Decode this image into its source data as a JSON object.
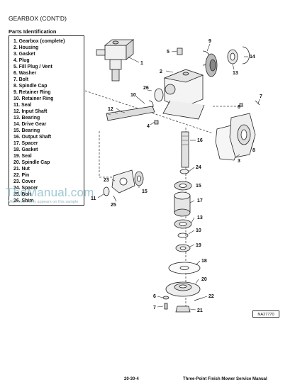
{
  "header": {
    "section_title": "GEARBOX (CONT'D)",
    "sub_title": "Parts Identification"
  },
  "parts": [
    "1. Gearbox (complete)",
    "2. Housing",
    "3. Gasket",
    "4. Plug",
    "5. Fill Plug / Vent",
    "6. Washer",
    "7. Bolt",
    "8. Spindle Cap",
    "9. Retainer Ring",
    "10. Retainer Ring",
    "11. Seal",
    "12. Input Shaft",
    "13. Bearing",
    "14. Drive Gear",
    "15. Bearing",
    "16. Output Shaft",
    "17. Spacer",
    "18. Gasket",
    "19. Seal",
    "20. Spindle Cap",
    "21. Nut",
    "22. Pin",
    "23. Cover",
    "24. Spacer",
    "25. Bolt",
    "26. Shim"
  ],
  "diagram": {
    "callouts": [
      "1",
      "2",
      "3",
      "4",
      "5",
      "6",
      "7",
      "8",
      "9",
      "10",
      "11",
      "12",
      "13",
      "13",
      "14",
      "15",
      "15",
      "16",
      "17",
      "18",
      "19",
      "20",
      "21",
      "22",
      "23",
      "24",
      "25",
      "26",
      "10",
      "6",
      "7"
    ],
    "figure_id": "NA27770"
  },
  "watermark": {
    "text": "TheManual.com",
    "note": "Watermark only appears on this sample"
  },
  "footer": {
    "page_number": "20-30-4",
    "manual_title": "Three-Point Finish Mower Service Manual"
  }
}
